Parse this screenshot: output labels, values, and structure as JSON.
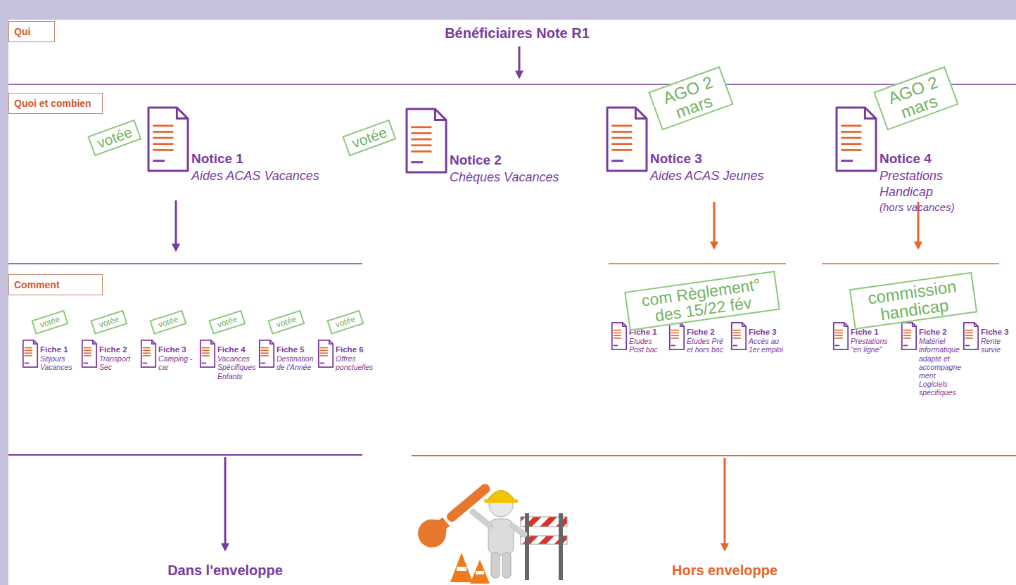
{
  "diagram": {
    "title": "Bénéficiaires Note R1",
    "nodes": [
      {
        "text": [
          "Qui"
        ]
      },
      {
        "text": [
          "Quoi et combien"
        ]
      },
      {
        "text": [
          "votée"
        ]
      },
      {
        "text": [
          "Notice 1",
          "Aides ACAS Vacances"
        ]
      },
      {
        "text": [
          "votée"
        ]
      },
      {
        "text": [
          "Notice 2",
          "Chèques Vacances"
        ]
      },
      {
        "text": [
          "AGO 2 mars"
        ]
      },
      {
        "text": [
          "Notice 3",
          "Aides ACAS Jeunes"
        ]
      },
      {
        "text": [
          "AGO 2 mars"
        ]
      },
      {
        "text": [
          "Notice 4",
          "Prestations Handicap",
          "(hors vacances)"
        ]
      },
      {
        "text": [
          "Comment"
        ]
      },
      {
        "text": [
          "votée"
        ]
      },
      {
        "text": [
          "Fiche 1",
          "Séjours Vacances"
        ]
      },
      {
        "text": [
          "votée"
        ]
      },
      {
        "text": [
          "Fiche 2",
          "Transport Sec"
        ]
      },
      {
        "text": [
          "votée"
        ]
      },
      {
        "text": [
          "Fiche 3",
          "Camping -car"
        ]
      },
      {
        "text": [
          "votée"
        ]
      },
      {
        "text": [
          "Fiche 4",
          "Vacances Spécifiques Enfants"
        ]
      },
      {
        "text": [
          "votée"
        ]
      },
      {
        "text": [
          "Fiche 5",
          "Destination de l'Année"
        ]
      },
      {
        "text": [
          "votée"
        ]
      },
      {
        "text": [
          "Fiche 6",
          "Offres ponctuelles"
        ]
      },
      {
        "text": [
          "com Règlement° des 15/22 fév"
        ]
      },
      {
        "text": [
          "Fiche 1",
          "Études Post bac"
        ]
      },
      {
        "text": [
          "Fiche 2",
          "Études Pré et hors bac"
        ]
      },
      {
        "text": [
          "Fiche 3",
          "Accès au 1er emploi"
        ]
      },
      {
        "text": [
          "commission handicap"
        ]
      },
      {
        "text": [
          "Fiche 1",
          "Prestations \"en ligne\""
        ]
      },
      {
        "text": [
          "Fiche 2",
          "Matériel informatique adapté et accompagnement Logiciels spécifiques"
        ]
      },
      {
        "text": [
          "Fiche 3",
          "Rente survie"
        ]
      }
    ],
    "labels": [
      "Dans l'enveloppe",
      "Hors enveloppe"
    ]
  }
}
